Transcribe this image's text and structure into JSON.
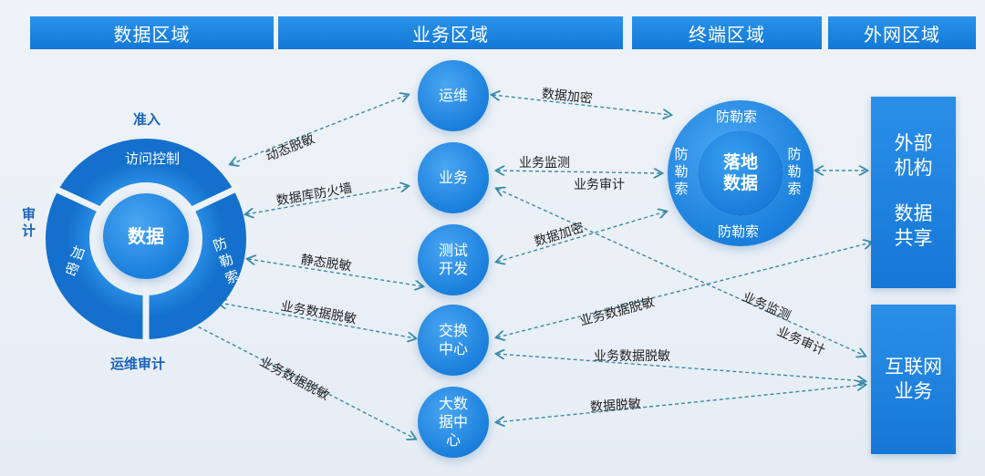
{
  "zones": {
    "data_zone": "数据区域",
    "business_zone": "业务区域",
    "terminal_zone": "终端区域",
    "external_zone": "外网区域"
  },
  "data_ring": {
    "center": "数据",
    "top": "访问控制",
    "left": "加密",
    "right": "防勒索",
    "label_top": "准入",
    "label_left": "审计",
    "label_bottom": "运维审计"
  },
  "business_nodes": {
    "ops": "运维",
    "business": "业务",
    "test_dev": "测试开发",
    "exchange": "交换中心",
    "bigdata": "大数据中心"
  },
  "terminal": {
    "center": "落地数据",
    "top": "防勒索",
    "left": "防勒索",
    "right": "防勒索",
    "bottom": "防勒索"
  },
  "external": {
    "org": "外部机构",
    "share": "数据共享",
    "internet": "互联网业务"
  },
  "edges": {
    "dynamic_mask": "动态脱敏",
    "db_firewall": "数据库防火墙",
    "static_mask": "静态脱敏",
    "biz_mask_1": "业务数据脱敏",
    "biz_mask_2": "业务数据脱敏",
    "encrypt_1": "数据加密",
    "biz_monitor_1": "业务监测",
    "biz_audit_1": "业务审计",
    "encrypt_2": "数据加密",
    "biz_mask_3": "业务数据脱敏",
    "biz_monitor_2": "业务监测",
    "biz_audit_2": "业务审计",
    "biz_mask_4": "业务数据脱敏",
    "data_mask": "数据脱敏"
  },
  "colors": {
    "primary": "#1a7fdc",
    "dashed_line": "#3a8aa8",
    "label_blue": "#1a63b8"
  }
}
